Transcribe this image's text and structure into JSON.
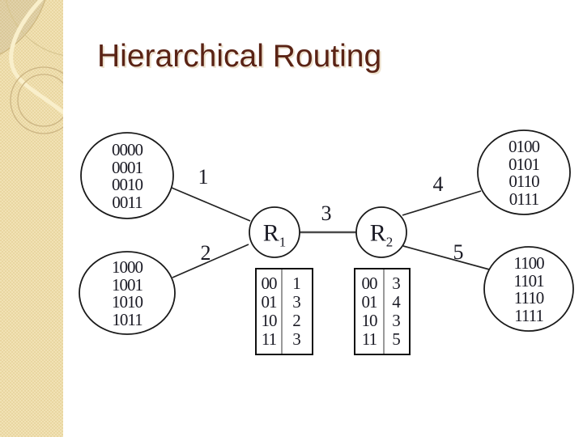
{
  "title": "Hierarchical Routing",
  "diagram": {
    "networks": [
      {
        "position": "top-left",
        "addresses": [
          "0000",
          "0001",
          "0010",
          "0011"
        ]
      },
      {
        "position": "bottom-left",
        "addresses": [
          "1000",
          "1001",
          "1010",
          "1011"
        ]
      },
      {
        "position": "top-right",
        "addresses": [
          "0100",
          "0101",
          "0110",
          "0111"
        ]
      },
      {
        "position": "bottom-right",
        "addresses": [
          "1100",
          "1101",
          "1110",
          "1111"
        ]
      }
    ],
    "routers": [
      {
        "base": "R",
        "sub": "1"
      },
      {
        "base": "R",
        "sub": "2"
      }
    ],
    "link_labels": [
      "1",
      "2",
      "3",
      "4",
      "5"
    ],
    "tables": [
      {
        "rows": [
          [
            "00",
            "1"
          ],
          [
            "01",
            "3"
          ],
          [
            "10",
            "2"
          ],
          [
            "11",
            "3"
          ]
        ]
      },
      {
        "rows": [
          [
            "00",
            "3"
          ],
          [
            "01",
            "4"
          ],
          [
            "10",
            "3"
          ],
          [
            "11",
            "5"
          ]
        ]
      }
    ]
  },
  "colors": {
    "title_text": "#5a2315",
    "sidebar_beige": "#e9d6a1",
    "diagram_ink": "#1a1a24",
    "slide_background": "#ffffff"
  }
}
